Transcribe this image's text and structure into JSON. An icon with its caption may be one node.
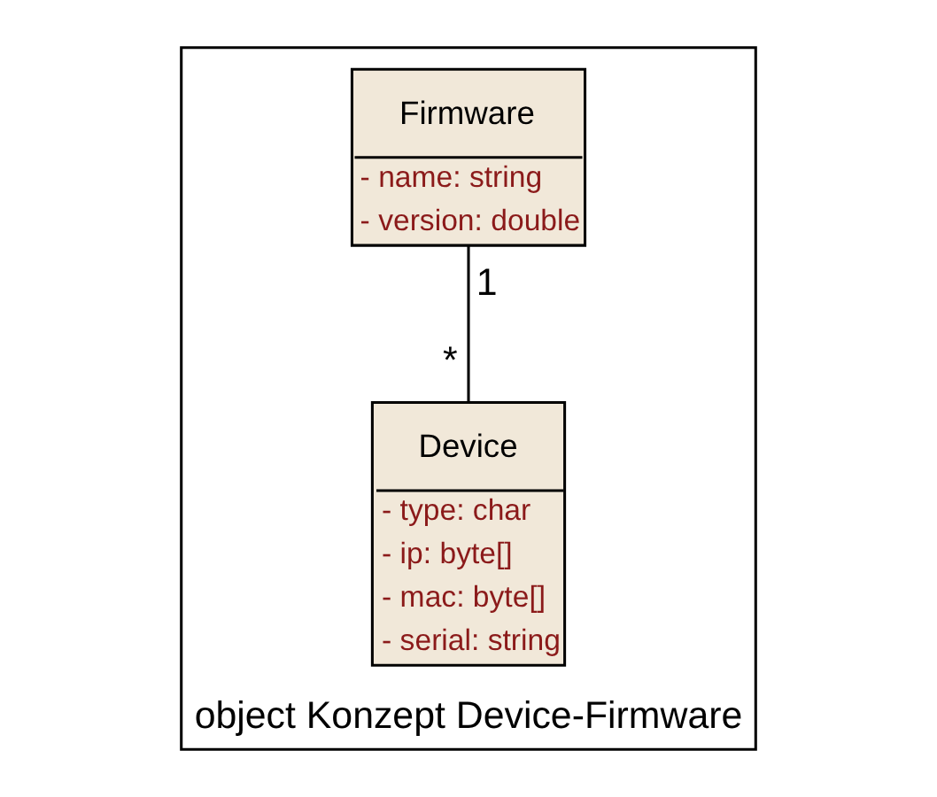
{
  "diagram": {
    "nodes": [
      {
        "text": [
          "object Konzept Device-Firmware"
        ]
      },
      {
        "text": [
          "Firmware",
          "- name: string",
          "- version: double"
        ],
        "in": 0,
        "beside": [
          "1"
        ]
      },
      {
        "text": [
          "Device",
          "- type: char",
          "- ip: byte[]",
          "- mac: byte[]",
          "- serial: string"
        ],
        "in": 0,
        "beside": [
          "*"
        ]
      }
    ],
    "edges": [
      {
        "from": 2,
        "to": 1,
        "arrow": "none"
      }
    ]
  }
}
